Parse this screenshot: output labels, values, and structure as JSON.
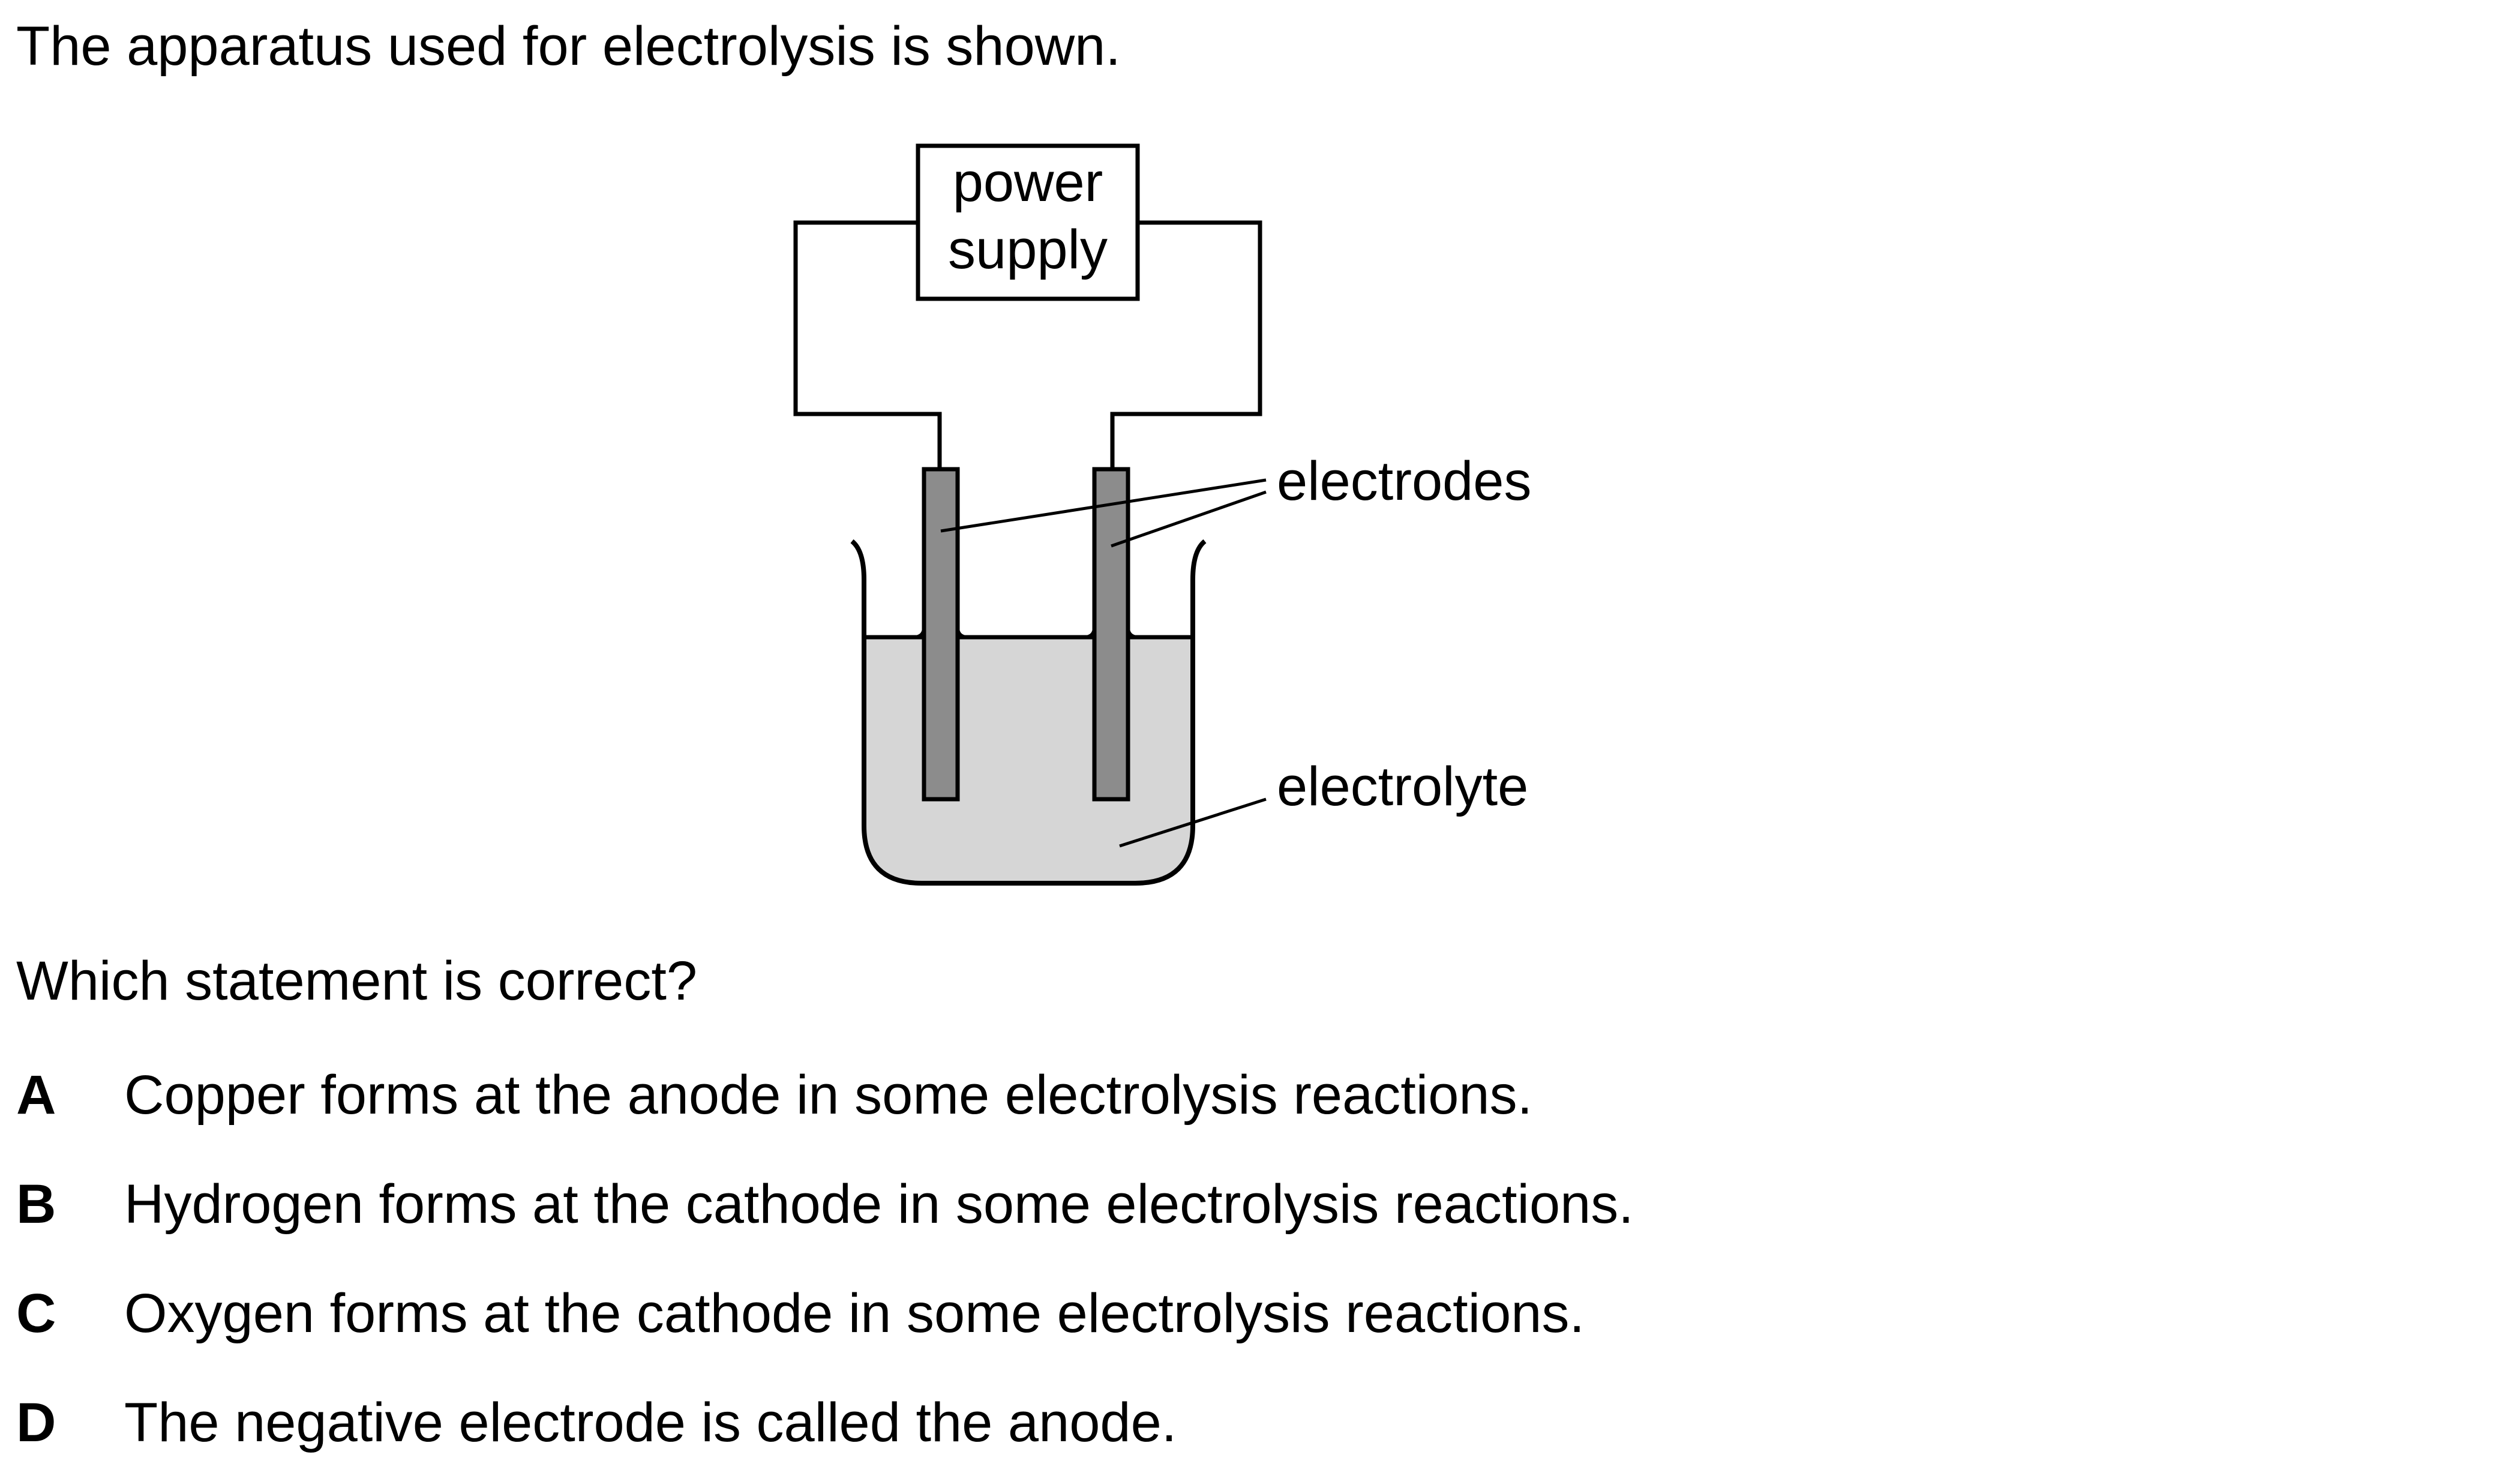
{
  "intro": "The apparatus used for electrolysis is shown.",
  "diagram": {
    "power_supply_line1": "power",
    "power_supply_line2": "supply",
    "electrodes_label": "electrodes",
    "electrolyte_label": "electrolyte",
    "colors": {
      "line": "#000000",
      "electrode_fill": "#8c8c8c",
      "electrolyte_fill": "#d6d6d6"
    }
  },
  "question": "Which statement is correct?",
  "options": [
    {
      "letter": "A",
      "text": "Copper forms at the anode in some electrolysis reactions."
    },
    {
      "letter": "B",
      "text": "Hydrogen forms at the cathode in some electrolysis reactions."
    },
    {
      "letter": "C",
      "text": "Oxygen forms at the cathode in some electrolysis reactions."
    },
    {
      "letter": "D",
      "text": "The negative electrode is called the anode."
    }
  ]
}
